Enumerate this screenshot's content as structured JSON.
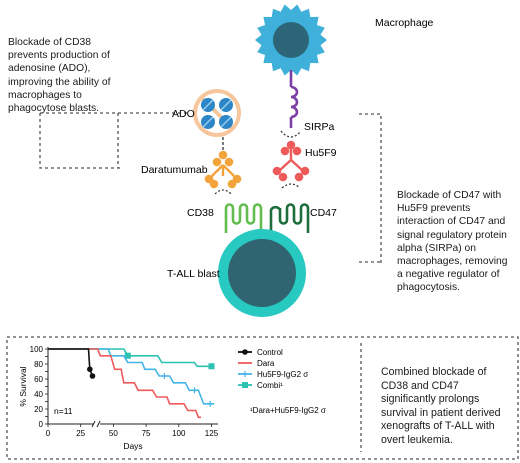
{
  "left_note": "Blockade of CD38 prevents production of adenosine (ADO), improving the ability of macrophages to phagocytose blasts.",
  "right_note": "Blockade of CD47 with Hu5F9 prevents interaction of CD47 and signal regulatory protein alpha (SIRPa) on macrophages, removing a negative regulator of phagocytosis.",
  "bottom_note": "Combined blockade of CD38 and CD47 significantly prolongs survival in patient derived xenografts of T-ALL with overt leukemia.",
  "labels": {
    "macrophage": "Macrophage",
    "ado": "ADO",
    "sirpa": "SIRPa",
    "daratumumab": "Daratumumab",
    "hu5f9": "Hu5F9",
    "cd38": "CD38",
    "cd47": "CD47",
    "tall_blast": "T-ALL blast"
  },
  "colors": {
    "macrophage": "#3fb0d9",
    "blast_ring": "#27c9c0",
    "blast_core": "#2f6470",
    "cd38": "#62bd4f",
    "cd47": "#1e6e3c",
    "sirpa": "#7c3fa3",
    "daratumumab": "#f2a33a",
    "hu5f9": "#ee5a5a",
    "ado_ring": "#f6c79c",
    "ado_molecule": "#2d86c8"
  },
  "chart_data": {
    "type": "line",
    "ylabel": "% Survival",
    "xlabel": "Days",
    "x_ticks": [
      0,
      25,
      50,
      75,
      100,
      125
    ],
    "y_ticks": [
      0,
      10,
      20,
      30,
      40,
      50,
      60,
      70,
      80,
      90,
      100
    ],
    "xlim": [
      0,
      130
    ],
    "ylim": [
      0,
      100
    ],
    "annotation": "n=11",
    "footnote": "¹Dara+Hu5F9-IgG2 σ",
    "series": [
      {
        "name": "Control",
        "color": "#111111",
        "marker": "circle",
        "points": [
          [
            0,
            100
          ],
          [
            31,
            100
          ],
          [
            32,
            73
          ],
          [
            34,
            64
          ],
          [
            36,
            64
          ]
        ]
      },
      {
        "name": "Dara",
        "color": "#f05a5a",
        "marker": "none",
        "points": [
          [
            0,
            100
          ],
          [
            38,
            100
          ],
          [
            40,
            91
          ],
          [
            48,
            91
          ],
          [
            51,
            73
          ],
          [
            56,
            73
          ],
          [
            58,
            55
          ],
          [
            66,
            55
          ],
          [
            69,
            45
          ],
          [
            80,
            45
          ],
          [
            83,
            36
          ],
          [
            91,
            36
          ],
          [
            93,
            27
          ],
          [
            104,
            27
          ],
          [
            107,
            18
          ],
          [
            113,
            18
          ],
          [
            115,
            9
          ],
          [
            117,
            9
          ]
        ]
      },
      {
        "name": "Hu5F9-IgG2 σ",
        "color": "#45b4e6",
        "marker": "tick",
        "points": [
          [
            0,
            100
          ],
          [
            46,
            100
          ],
          [
            48,
            91
          ],
          [
            58,
            91
          ],
          [
            61,
            82
          ],
          [
            72,
            82
          ],
          [
            74,
            73
          ],
          [
            82,
            73
          ],
          [
            85,
            64
          ],
          [
            93,
            64
          ],
          [
            96,
            55
          ],
          [
            105,
            55
          ],
          [
            108,
            45
          ],
          [
            115,
            45
          ],
          [
            117,
            36
          ],
          [
            119,
            27
          ],
          [
            127,
            27
          ]
        ]
      },
      {
        "name": "Combi¹",
        "color": "#2cc2b2",
        "marker": "square",
        "points": [
          [
            0,
            100
          ],
          [
            58,
            100
          ],
          [
            61,
            91
          ],
          [
            84,
            91
          ],
          [
            87,
            82
          ],
          [
            112,
            82
          ],
          [
            114,
            77
          ],
          [
            127,
            77
          ]
        ]
      }
    ]
  }
}
